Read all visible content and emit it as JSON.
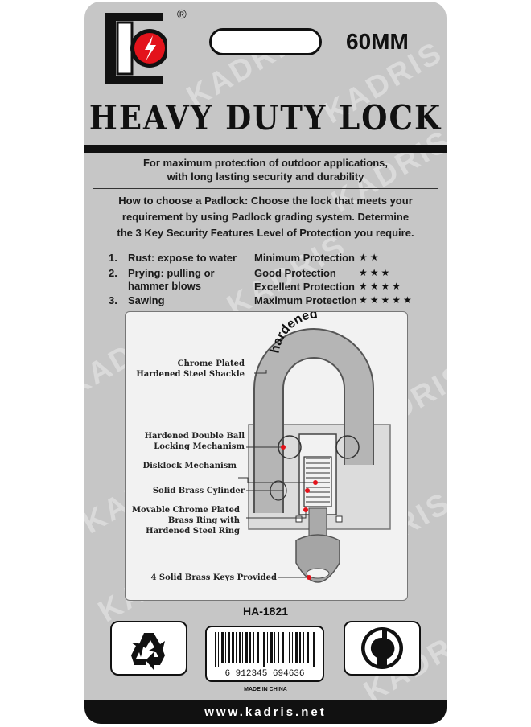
{
  "brand": {
    "trademark": "®",
    "watermark": "KADRIS"
  },
  "size_label": "60MM",
  "headline": "HEAVY DUTY LOCK",
  "intro": {
    "line1": "For maximum protection of outdoor applications,",
    "line2": "with long lasting security and durability"
  },
  "choose": {
    "line1": "How to choose a Padlock: Choose the lock that meets your",
    "line2": "requirement by using Padlock grading system. Determine",
    "line3": "the 3 Key Security Features Level of Protection you require."
  },
  "features": [
    {
      "num": "1.",
      "text": "Rust: expose to water"
    },
    {
      "num": "2.",
      "text": "Prying: pulling or"
    },
    {
      "num": "",
      "text": "hammer blows"
    },
    {
      "num": "3.",
      "text": "Sawing"
    }
  ],
  "protection": [
    {
      "level": "Minimum Protection",
      "stars": "★★"
    },
    {
      "level": "Good Protection",
      "stars": "★★★"
    },
    {
      "level": "Excellent Protection",
      "stars": "★★★★"
    },
    {
      "level": "Maximum Protection",
      "stars": "★★★★★"
    }
  ],
  "diagram": {
    "shackle_text": "hardened",
    "labels": {
      "shackle1": "Chrome Plated",
      "shackle2": "Hardened Steel Shackle",
      "ball1": "Hardened Double Ball",
      "ball2": "Locking Mechanism",
      "disk": "Disklock Mechanism",
      "cylinder": "Solid Brass Cylinder",
      "ring1": "Movable Chrome Plated",
      "ring2": "Brass Ring with",
      "ring3": "Hardened Steel Ring",
      "keys": "4 Solid Brass Keys Provided"
    },
    "accent_color": "#e3131b"
  },
  "model": "HA-1821",
  "barcode": "6 912345 694636",
  "made_in": "MADE IN CHINA",
  "website": "www.kadris.net",
  "icons": {
    "left": "recycle-icon",
    "right": "green-dot-icon"
  }
}
